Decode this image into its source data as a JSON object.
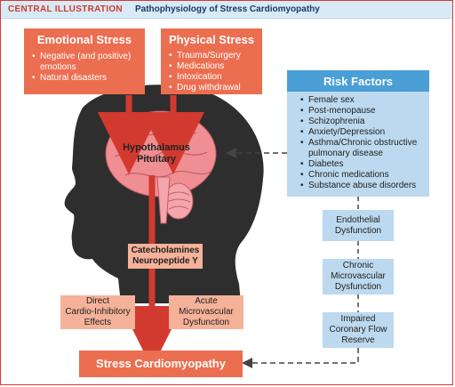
{
  "header": {
    "tag": "CENTRAL ILLUSTRATION",
    "title": "Pathophysiology of Stress Cardiomyopathy"
  },
  "emotional": {
    "title": "Emotional Stress",
    "items": [
      "Negative (and positive) emotions",
      "Natural disasters"
    ]
  },
  "physical": {
    "title": "Physical Stress",
    "items": [
      "Trauma/Surgery",
      "Medications",
      "Intoxication",
      "Drug withdrawal"
    ]
  },
  "risk": {
    "title": "Risk Factors",
    "items": [
      "Female sex",
      "Post-menopause",
      "Schizophrenia",
      "Anxiety/Depression",
      "Asthma/Chronic obstructive pulmonary disease",
      "Diabetes",
      "Chronic medications",
      "Substance abuse disorders"
    ]
  },
  "brain_label": [
    "Hypothalamus",
    "Pituitary"
  ],
  "catecholamines": [
    "Catecholamines",
    "Neuropeptide Y"
  ],
  "direct": [
    "Direct",
    "Cardio-Inhibitory",
    "Effects"
  ],
  "acute": [
    "Acute",
    "Microvascular",
    "Dysfunction"
  ],
  "endothelial": [
    "Endothelial",
    "Dysfunction"
  ],
  "chronic": [
    "Chronic",
    "Microvascular",
    "Dysfunction"
  ],
  "impaired": [
    "Impaired",
    "Coronary Flow",
    "Reserve"
  ],
  "outcome": "Stress Cardiomyopathy",
  "colors": {
    "accent_red": "#d23a2f",
    "orange": "#ec6e50",
    "peach": "#f6b199",
    "blue": "#4a9fd6",
    "light_blue": "#bcd9ef",
    "head": "#2e2e2e",
    "brain": "#ef8f94"
  }
}
